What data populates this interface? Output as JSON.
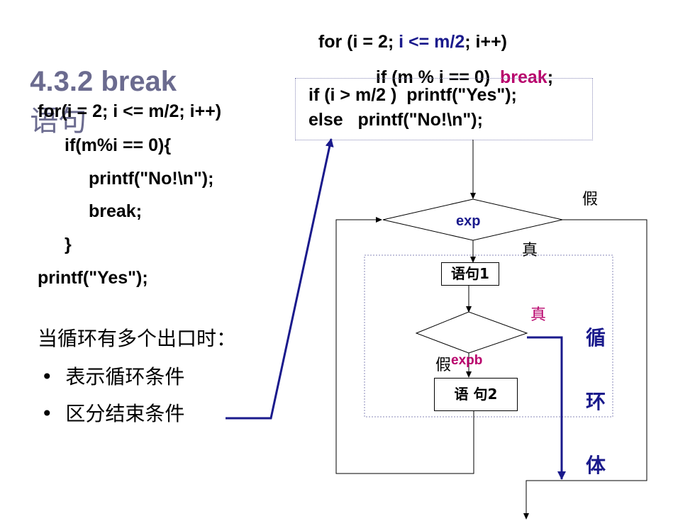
{
  "title": {
    "number": "4.3.2 break",
    "cn": "语句"
  },
  "top_code": {
    "line1_a": "for (i = 2; ",
    "line1_b": "i <= m/2",
    "line1_c": "; i++)",
    "line2_a": "if (m % i == 0)  ",
    "line2_b": "break",
    "line2_c": ";",
    "line3": "if (i > m/2 )  printf(\"Yes\");",
    "line4": "else   printf(\"No!\\n\");"
  },
  "left_code": [
    "for(i = 2; i <= m/2; i++)",
    "if(m%i == 0){",
    "printf(\"No!\\n\");",
    "break;",
    "}",
    "printf(\"Yes\");"
  ],
  "notes": {
    "heading": "当循环有多个出口时：",
    "bullets": [
      "表示循环条件",
      "区分结束条件"
    ],
    "bullet_symbol": "•"
  },
  "flowchart": {
    "exp": "exp",
    "false_label": "假",
    "true_label": "真",
    "stmt1": "语句1",
    "expb": "expb",
    "true_label_2": "真",
    "false_label_2": "假",
    "stmt2": "语 句2",
    "loop_body": [
      "循",
      "环",
      "体"
    ]
  },
  "colors": {
    "title": "#6b6b8f",
    "blue": "#1a1a8c",
    "magenta": "#b8006b",
    "arrow": "#1a1a8c"
  }
}
